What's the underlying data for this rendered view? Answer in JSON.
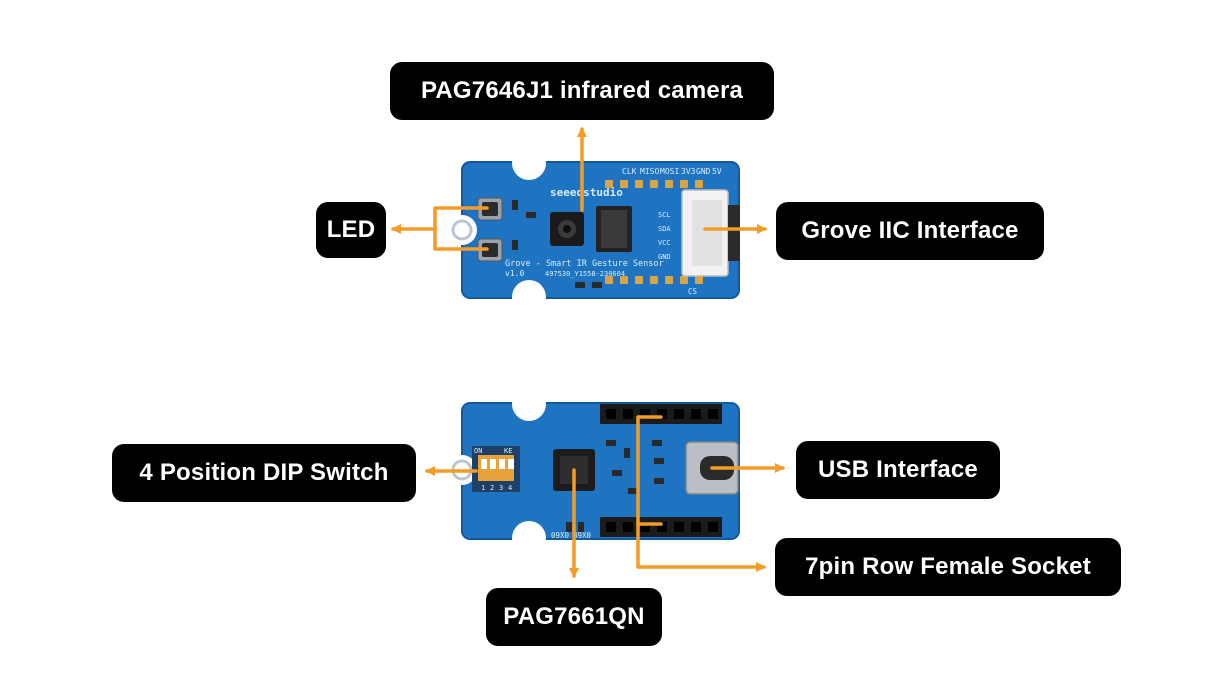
{
  "labels": {
    "camera": "PAG7646J1 infrared camera",
    "led": "LED",
    "grove_iic": "Grove IIC Interface",
    "dip_switch": "4 Position DIP Switch",
    "usb": "USB Interface",
    "socket": "7pin Row Female Socket",
    "chip": "PAG7661QN"
  },
  "board_front": {
    "brand": "seeedstudio",
    "header_pins": [
      "CLK",
      "MISO",
      "MOSI",
      "3V3",
      "GND",
      "5V"
    ],
    "side_pins": [
      "SCL",
      "SDA",
      "VCC",
      "GND"
    ],
    "cs_pin": "CS",
    "title": "Grove - Smart IR Gesture Sensor",
    "version": "v1.0",
    "code": "497530_Y1558-230604"
  },
  "board_back": {
    "dip_on": "ON",
    "dip_ke": "KE",
    "dip_numbers": [
      "1",
      "2",
      "3",
      "4"
    ],
    "pads": [
      "09X0",
      "89X0"
    ]
  },
  "colors": {
    "arrow": "#f39c28",
    "pcb": "#1f74c2",
    "label_bg": "#000000",
    "label_text": "#ffffff"
  }
}
